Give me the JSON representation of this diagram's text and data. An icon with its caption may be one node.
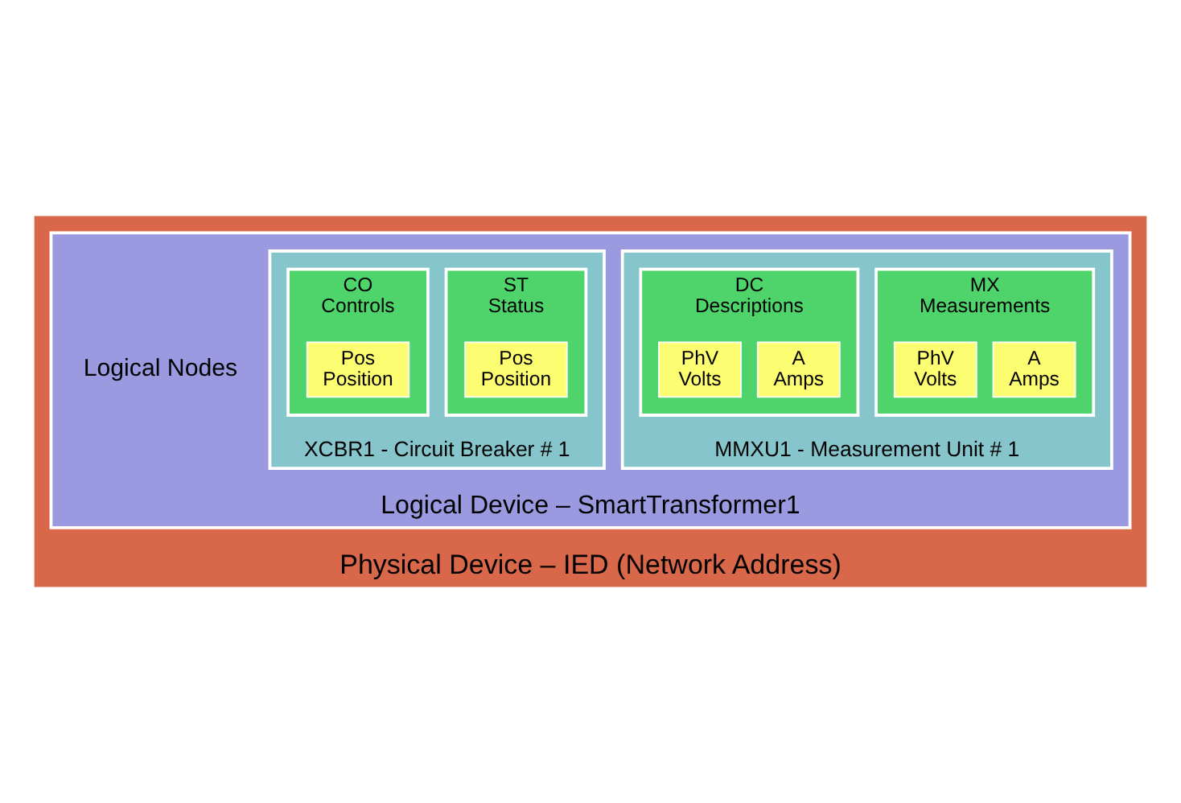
{
  "diagram": {
    "nodes": [
      {
        "text": [
          "Physical Device – IED (Network Address)"
        ]
      },
      {
        "text": [
          "Logical Device – SmartTransformer1"
        ],
        "in": 0
      },
      {
        "text": [
          "MMXU1 - Measurement Unit # 1"
        ],
        "in": 1
      },
      {
        "text": [
          "MX",
          "Measurements"
        ],
        "in": 2
      },
      {
        "text": [
          "A",
          "Amps"
        ],
        "in": 3
      },
      {
        "text": [
          "PhV",
          "Volts"
        ],
        "in": 3
      },
      {
        "text": [
          "DC",
          "Descriptions"
        ],
        "in": 2
      },
      {
        "text": [
          "A",
          "Amps"
        ],
        "in": 6
      },
      {
        "text": [
          "PhV",
          "Volts"
        ],
        "in": 6
      },
      {
        "text": [
          "XCBR1 - Circuit Breaker # 1"
        ],
        "in": 1
      },
      {
        "text": [
          "ST",
          "Status"
        ],
        "in": 9
      },
      {
        "text": [
          "Pos",
          "Position"
        ],
        "in": 10
      },
      {
        "text": [
          "CO",
          "Controls"
        ],
        "in": 9
      },
      {
        "text": [
          "Pos",
          "Position"
        ],
        "in": 12
      }
    ],
    "edges": [],
    "labels": [
      "Logical Nodes"
    ]
  }
}
